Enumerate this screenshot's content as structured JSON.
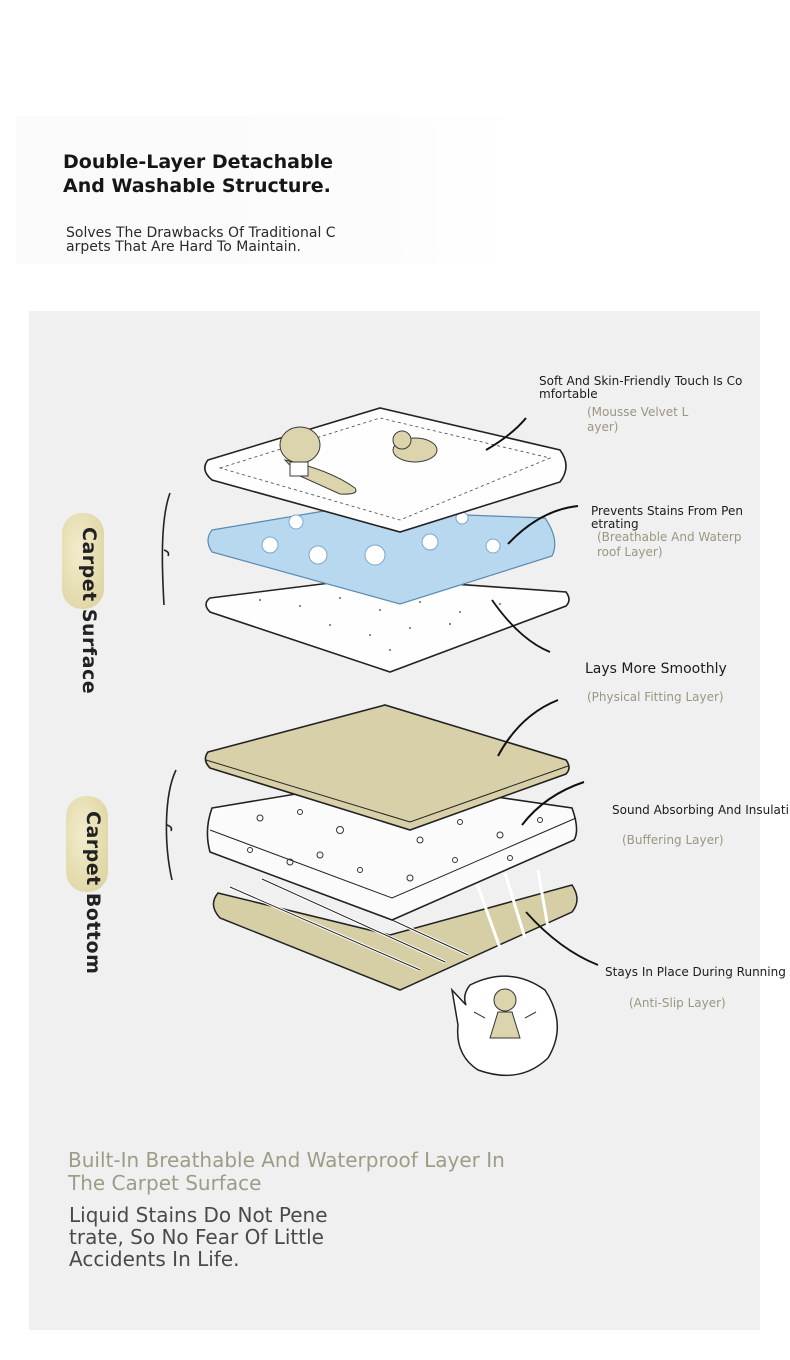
{
  "header": {
    "title": "Double-Layer Detachable\n And Washable Structure.",
    "subtitle": "Solves The Drawbacks Of Traditional C\narpets That Are Hard To Maintain."
  },
  "side_labels": {
    "surface": "Carpet Surface",
    "bottom": "Carpet Bottom"
  },
  "layers": [
    {
      "main": "Soft And Skin-Friendly Touch Is Co\nmfortable",
      "sub": "(Mousse Velvet L\nayer)"
    },
    {
      "main": "Prevents Stains From Pen\netrating",
      "sub": "(Breathable And Waterp\nroof Layer)"
    },
    {
      "main": "Lays More Smoothly",
      "sub": "(Physical Fitting Layer)"
    },
    {
      "main": "Sound Absorbing And Insulating",
      "sub": "(Buffering Layer)"
    },
    {
      "main": "Stays In Place During Running And",
      "sub": "(Anti-Slip Layer)"
    }
  ],
  "footer": {
    "title": "Built-In Breathable And Waterproof Layer In\nThe Carpet Surface",
    "body": "Liquid Stains Do Not Pene\ntrate, So No Fear Of Little\nAccidents In Life."
  },
  "colors": {
    "panel": "#f0f0f0",
    "khaki": "#d8d0a8",
    "waterproof_blue": "#b8d8f0",
    "annotation_sub": "#9a9680",
    "footer_title": "#9e9c86"
  },
  "icons": [
    "girl-reading-icon",
    "sleeping-cat-icon",
    "water-bubble-icon",
    "girl-speech-bubble-icon"
  ]
}
